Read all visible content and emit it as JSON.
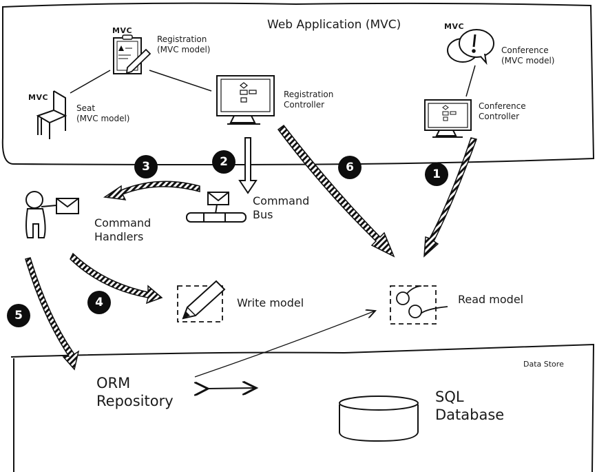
{
  "web_app": {
    "title": "Web Application (MVC)",
    "registration_model": {
      "tag": "MVC",
      "line1": "Registration",
      "line2": "(MVC model)",
      "icon": "clipboard-icon"
    },
    "seat_model": {
      "tag": "MVC",
      "line1": "Seat",
      "line2": "(MVC model)",
      "icon": "chair-icon"
    },
    "conference_model": {
      "tag": "MVC",
      "line1": "Conference",
      "line2": "(MVC model)",
      "icon": "speech-bubbles-icon"
    },
    "registration_controller": {
      "line1": "Registration",
      "line2": "Controller",
      "icon": "monitor-icon"
    },
    "conference_controller": {
      "line1": "Conference",
      "line2": "Controller",
      "icon": "monitor-icon"
    }
  },
  "middle": {
    "command_bus": {
      "line1": "Command",
      "line2": "Bus",
      "icon": "bus-envelope-icon"
    },
    "command_handlers": {
      "line1": "Command",
      "line2": "Handlers",
      "icon": "person-envelope-icon"
    },
    "write_model": {
      "label": "Write model",
      "icon": "pencil-icon"
    },
    "read_model": {
      "label": "Read model",
      "icon": "glasses-icon"
    }
  },
  "data_store": {
    "title": "Data Store",
    "orm": {
      "line1": "ORM",
      "line2": "Repository"
    },
    "sql": {
      "line1": "SQL",
      "line2": "Database",
      "icon": "database-cylinder-icon"
    }
  },
  "steps": [
    "1",
    "2",
    "3",
    "4",
    "5",
    "6"
  ]
}
